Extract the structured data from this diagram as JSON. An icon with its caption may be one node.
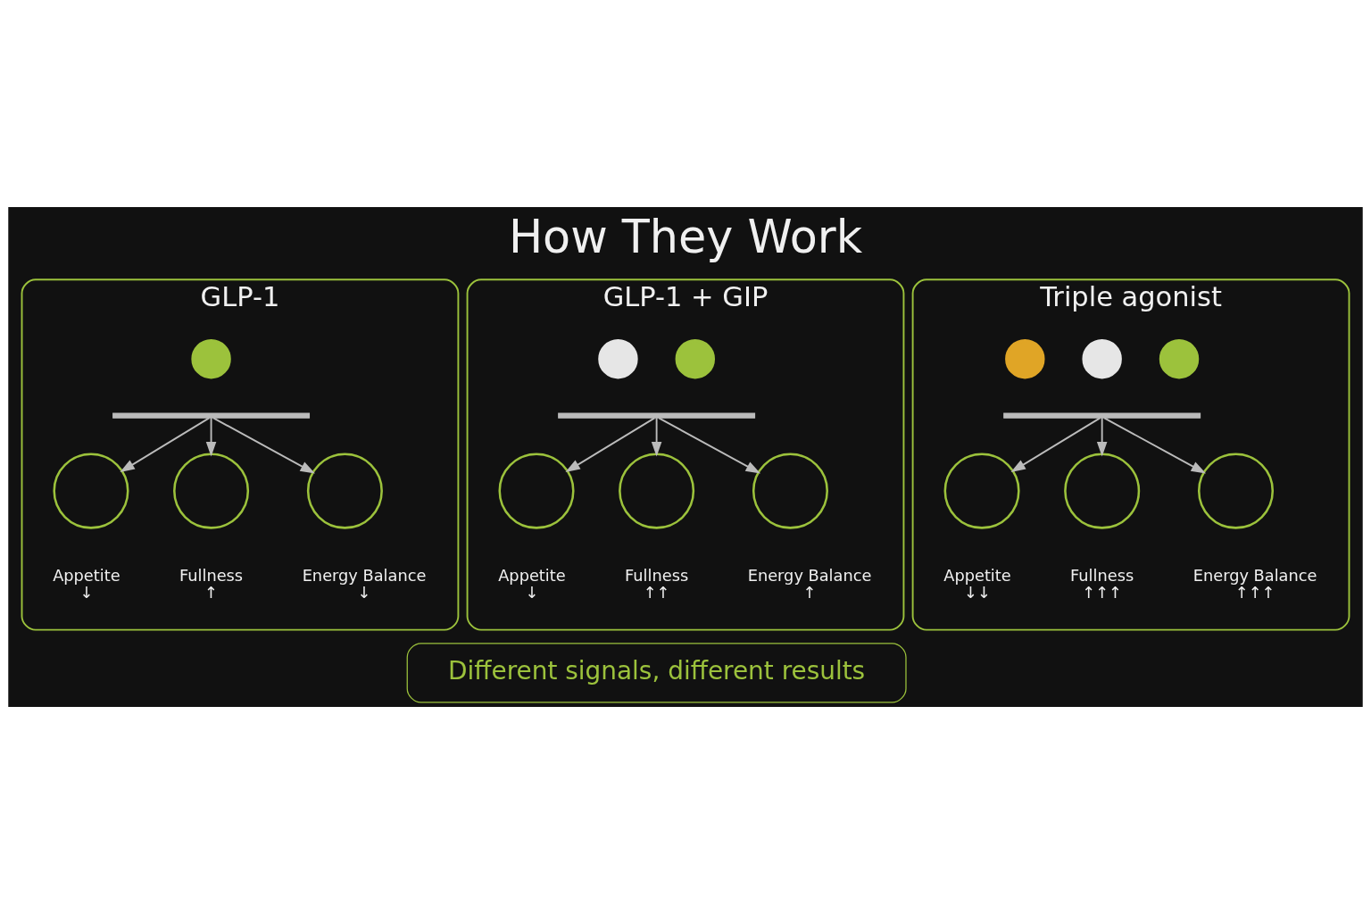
{
  "diagram": {
    "title": "How They Work",
    "nodes": [
      {
        "text": [
          "GLP-1"
        ]
      },
      {
        "text": [],
        "shape": "receptor",
        "in": 0
      },
      {
        "text": [],
        "shape": "arc",
        "in": 0
      },
      {
        "text": [],
        "shape": "circle",
        "in": 0,
        "beside": [
          "Appetite",
          "↓"
        ]
      },
      {
        "text": [],
        "shape": "circle",
        "in": 0,
        "beside": [
          "Fullness",
          "↑"
        ]
      },
      {
        "text": [],
        "shape": "circle",
        "in": 0,
        "beside": [
          "Energy Balance",
          "↓"
        ]
      },
      {
        "text": [
          "GLP-1 + GIP"
        ]
      },
      {
        "text": [],
        "shape": "receptor",
        "in": 6
      },
      {
        "text": [],
        "shape": "receptor",
        "in": 6
      },
      {
        "text": [],
        "shape": "arc",
        "in": 6
      },
      {
        "text": [],
        "shape": "circle",
        "in": 6,
        "beside": [
          "Appetite",
          "↓"
        ]
      },
      {
        "text": [],
        "shape": "circle",
        "in": 6,
        "beside": [
          "Fullness",
          "↑↑"
        ]
      },
      {
        "text": [],
        "shape": "circle",
        "in": 6,
        "beside": [
          "Energy Balance",
          "↑"
        ]
      },
      {
        "text": [
          "Triple agonist"
        ]
      },
      {
        "text": [],
        "shape": "receptor",
        "in": 13
      },
      {
        "text": [],
        "shape": "receptor",
        "in": 13
      },
      {
        "text": [],
        "shape": "receptor",
        "in": 13
      },
      {
        "text": [],
        "shape": "arc",
        "in": 13
      },
      {
        "text": [],
        "shape": "circle",
        "in": 13,
        "beside": [
          "Appetite",
          "↓↓"
        ]
      },
      {
        "text": [],
        "shape": "circle",
        "in": 13,
        "beside": [
          "Fullness",
          "↑↑↑"
        ]
      },
      {
        "text": [],
        "shape": "circle",
        "in": 13,
        "beside": [
          "Energy Balance",
          "↑↑↑"
        ]
      },
      {
        "text": [
          "Different signals, different results"
        ]
      }
    ],
    "edges": [
      {
        "from": 2,
        "to": 3,
        "arrow": "to"
      },
      {
        "from": 2,
        "to": 4,
        "arrow": "to"
      },
      {
        "from": 2,
        "to": 5,
        "arrow": "to"
      },
      {
        "from": 9,
        "to": 10,
        "arrow": "to"
      },
      {
        "from": 9,
        "to": 11,
        "arrow": "to"
      },
      {
        "from": 9,
        "to": 12,
        "arrow": "to"
      },
      {
        "from": 17,
        "to": 18,
        "arrow": "to"
      },
      {
        "from": 17,
        "to": 19,
        "arrow": "to"
      },
      {
        "from": 17,
        "to": 20,
        "arrow": "to"
      }
    ]
  }
}
